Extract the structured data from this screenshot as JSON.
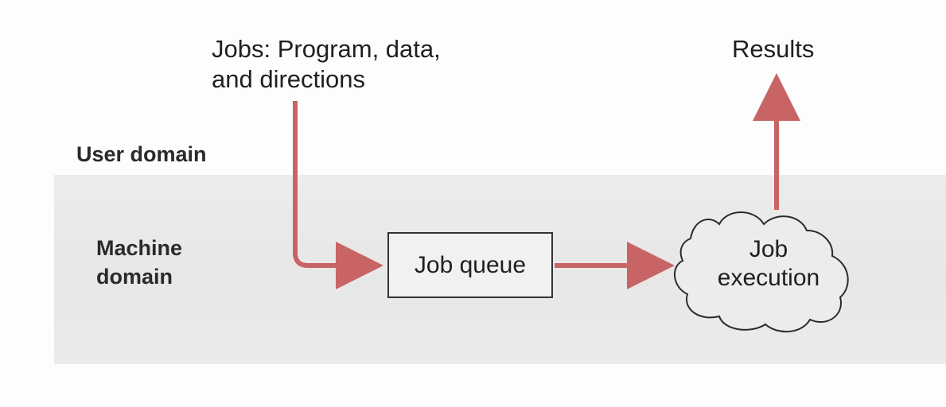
{
  "diagram": {
    "jobs_label_line1": "Jobs: Program, data,",
    "jobs_label_line2": "and directions",
    "results_label": "Results",
    "user_domain_label": "User domain",
    "machine_domain_line1": "Machine",
    "machine_domain_line2": "domain",
    "job_queue_label": "Job queue",
    "job_execution_line1": "Job",
    "job_execution_line2": "execution",
    "colors": {
      "arrow": "#c86464",
      "band": "#e9e9e9",
      "box_border": "#333333"
    }
  }
}
